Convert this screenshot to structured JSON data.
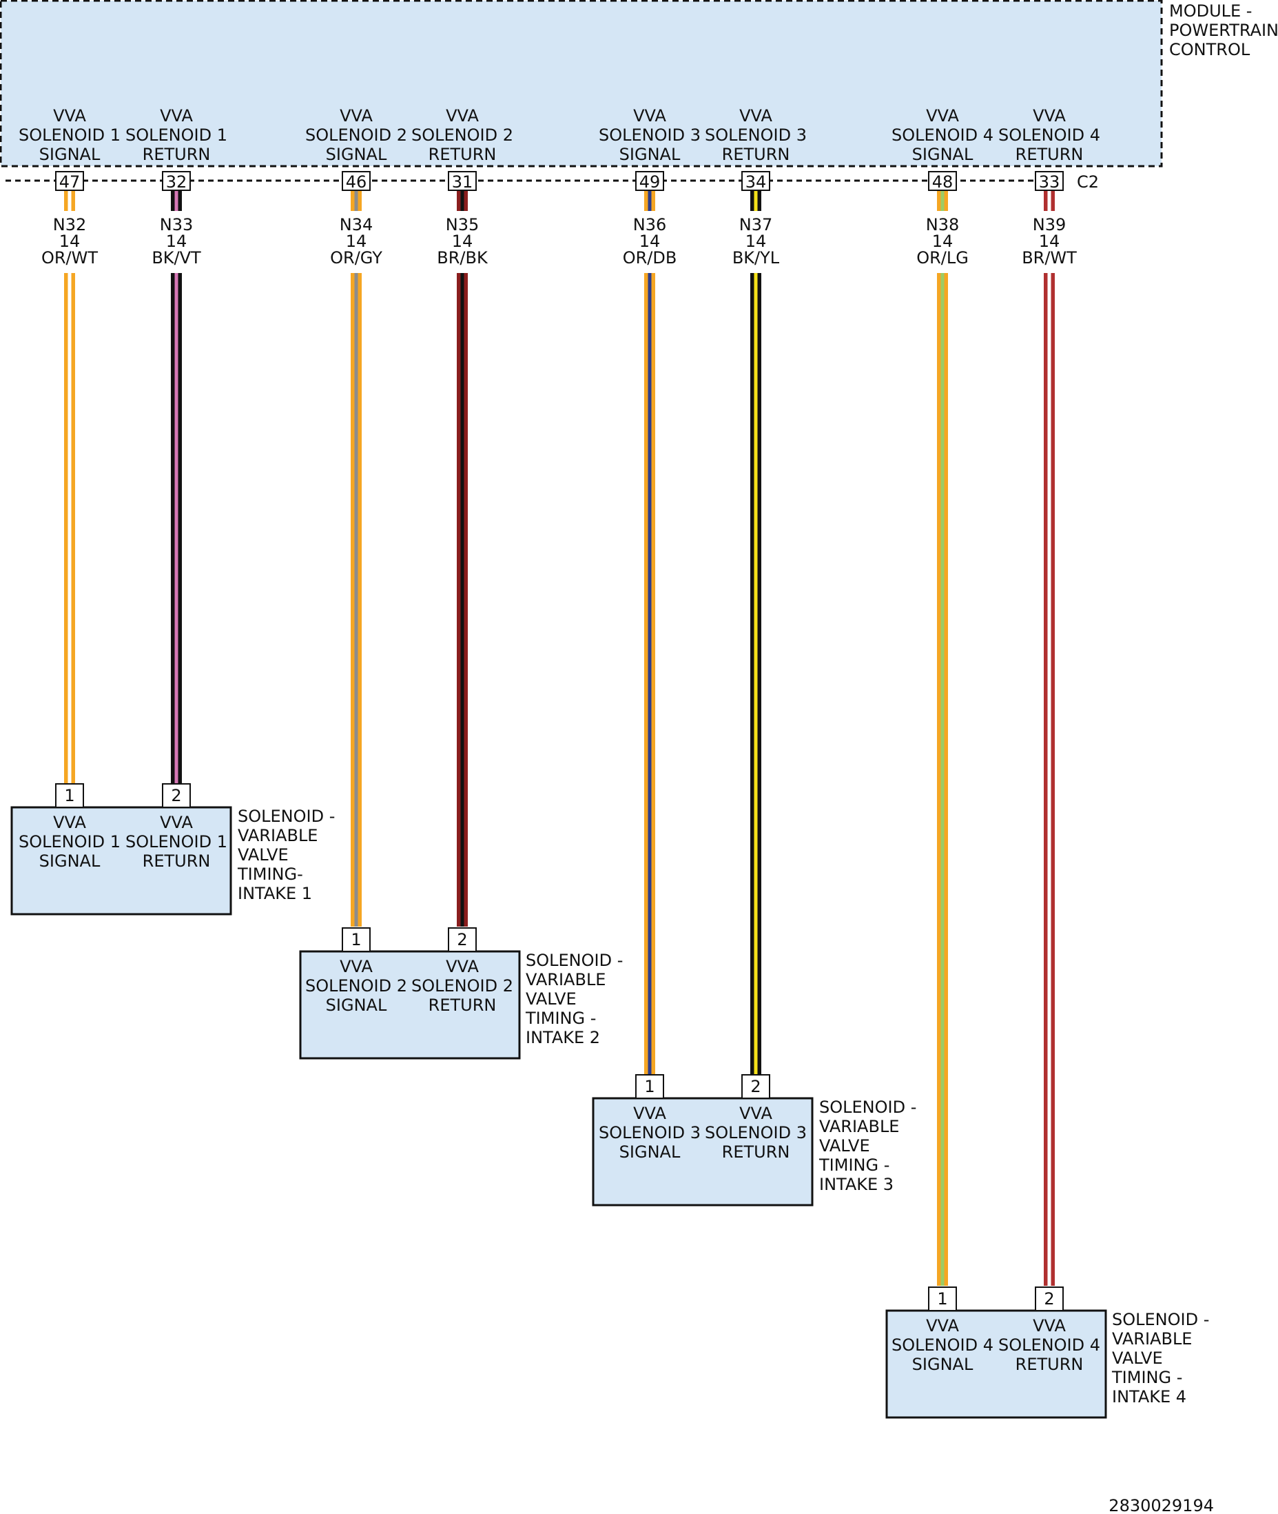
{
  "module": {
    "name_lines": [
      "MODULE -",
      "POWERTRAIN",
      "CONTROL"
    ],
    "connector": "C2",
    "pins": [
      {
        "pin": "47",
        "label": [
          "VVA",
          "SOLENOID 1",
          "SIGNAL"
        ]
      },
      {
        "pin": "32",
        "label": [
          "VVA",
          "SOLENOID 1",
          "RETURN"
        ]
      },
      {
        "pin": "46",
        "label": [
          "VVA",
          "SOLENOID 2",
          "SIGNAL"
        ]
      },
      {
        "pin": "31",
        "label": [
          "VVA",
          "SOLENOID 2",
          "RETURN"
        ]
      },
      {
        "pin": "49",
        "label": [
          "VVA",
          "SOLENOID 3",
          "SIGNAL"
        ]
      },
      {
        "pin": "34",
        "label": [
          "VVA",
          "SOLENOID 3",
          "RETURN"
        ]
      },
      {
        "pin": "48",
        "label": [
          "VVA",
          "SOLENOID 4",
          "SIGNAL"
        ]
      },
      {
        "pin": "33",
        "label": [
          "VVA",
          "SOLENOID 4",
          "RETURN"
        ]
      }
    ]
  },
  "wires": [
    {
      "circuit": "N32",
      "gauge": "14",
      "color_code": "OR/WT",
      "base_color": "#f5a623",
      "stripe_color": "#ffffff"
    },
    {
      "circuit": "N33",
      "gauge": "14",
      "color_code": "BK/VT",
      "base_color": "#111111",
      "stripe_color": "#d678b6"
    },
    {
      "circuit": "N34",
      "gauge": "14",
      "color_code": "OR/GY",
      "base_color": "#f5a623",
      "stripe_color": "#8c8c8c"
    },
    {
      "circuit": "N35",
      "gauge": "14",
      "color_code": "BR/BK",
      "base_color": "#8a1e1e",
      "stripe_color": "#111111"
    },
    {
      "circuit": "N36",
      "gauge": "14",
      "color_code": "OR/DB",
      "base_color": "#f5a623",
      "stripe_color": "#2d3d8c"
    },
    {
      "circuit": "N37",
      "gauge": "14",
      "color_code": "BK/YL",
      "base_color": "#111111",
      "stripe_color": "#f5e11a"
    },
    {
      "circuit": "N38",
      "gauge": "14",
      "color_code": "OR/LG",
      "base_color": "#f5a623",
      "stripe_color": "#9ccc65"
    },
    {
      "circuit": "N39",
      "gauge": "14",
      "color_code": "BR/WT",
      "base_color": "#b03030",
      "stripe_color": "#ffffff"
    }
  ],
  "solenoids": [
    {
      "name_lines": [
        "SOLENOID -",
        "VARIABLE",
        "VALVE",
        "TIMING-",
        "INTAKE 1"
      ],
      "pins": [
        {
          "pin": "1",
          "label": [
            "VVA",
            "SOLENOID 1",
            "SIGNAL"
          ]
        },
        {
          "pin": "2",
          "label": [
            "VVA",
            "SOLENOID 1",
            "RETURN"
          ]
        }
      ]
    },
    {
      "name_lines": [
        "SOLENOID -",
        "VARIABLE",
        "VALVE",
        "TIMING -",
        "INTAKE 2"
      ],
      "pins": [
        {
          "pin": "1",
          "label": [
            "VVA",
            "SOLENOID 2",
            "SIGNAL"
          ]
        },
        {
          "pin": "2",
          "label": [
            "VVA",
            "SOLENOID 2",
            "RETURN"
          ]
        }
      ]
    },
    {
      "name_lines": [
        "SOLENOID -",
        "VARIABLE",
        "VALVE",
        "TIMING -",
        "INTAKE 3"
      ],
      "pins": [
        {
          "pin": "1",
          "label": [
            "VVA",
            "SOLENOID 3",
            "SIGNAL"
          ]
        },
        {
          "pin": "2",
          "label": [
            "VVA",
            "SOLENOID 3",
            "RETURN"
          ]
        }
      ]
    },
    {
      "name_lines": [
        "SOLENOID -",
        "VARIABLE",
        "VALVE",
        "TIMING -",
        "INTAKE 4"
      ],
      "pins": [
        {
          "pin": "1",
          "label": [
            "VVA",
            "SOLENOID 4",
            "SIGNAL"
          ]
        },
        {
          "pin": "2",
          "label": [
            "VVA",
            "SOLENOID 4",
            "RETURN"
          ]
        }
      ]
    }
  ],
  "diagram_id": "2830029194",
  "colors": {
    "box_fill": "#d5e6f5",
    "outline": "#111111"
  }
}
